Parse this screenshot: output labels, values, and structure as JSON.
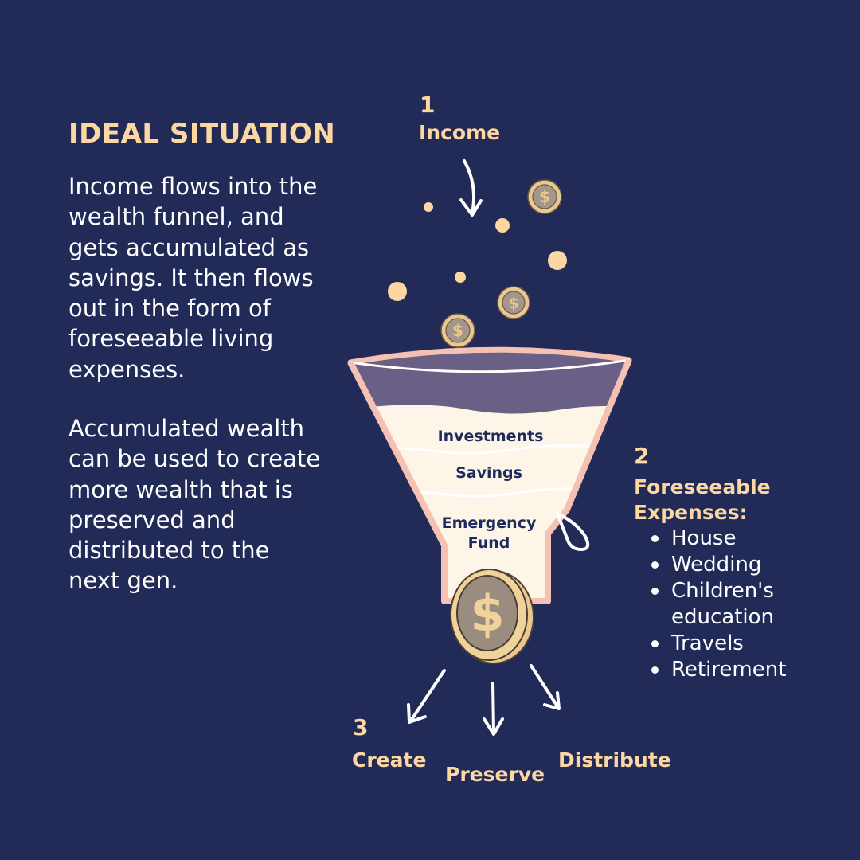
{
  "title": "IDEAL SITUATION",
  "paragraph1": [
    "Income flows into the",
    "wealth funnel, and",
    "gets accumulated as",
    "savings. It then flows",
    "out in the form of",
    "foreseeable living",
    "expenses."
  ],
  "paragraph2": [
    "Accumulated wealth",
    "can be used to create",
    "more wealth that is",
    "preserved and",
    "distributed to the",
    "next gen."
  ],
  "step1": {
    "number": "1",
    "label": "Income"
  },
  "funnel": {
    "layers": [
      "Investments",
      "Savings"
    ],
    "emergency": [
      "Emergency",
      "Fund"
    ]
  },
  "step2": {
    "number": "2",
    "label_line1": "Foreseeable",
    "label_line2": "Expenses:",
    "items": [
      [
        "House"
      ],
      [
        "Wedding"
      ],
      [
        "Children's",
        "education"
      ],
      [
        "Travels"
      ],
      [
        "Retirement"
      ]
    ]
  },
  "step3": {
    "number": "3",
    "outputs": [
      "Create",
      "Preserve",
      "Distribute"
    ]
  },
  "colors": {
    "background": "#222b58",
    "accent": "#fcd7a2",
    "funnel_outline": "#f4c1b3",
    "funnel_fill": "#fdf5e8",
    "funnel_top": "#6a5f85",
    "coin": "#e9c98f",
    "coin_face": "#8c8077"
  },
  "icons": [
    "down-arrow-icon",
    "coin-icon",
    "dollar-coin-icon",
    "droplet-icon"
  ]
}
